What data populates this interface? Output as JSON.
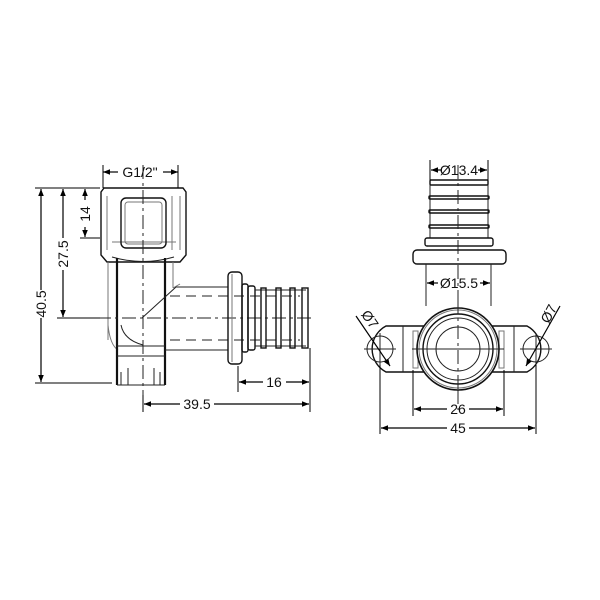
{
  "drawing": {
    "title": "Elbow wall plate fitting technical drawing",
    "line_color": "#111111",
    "background": "#ffffff"
  },
  "side_view": {
    "dimensions": {
      "thread": "G1/2\"",
      "height_top": "14",
      "height_center": "27.5",
      "height_total": "40.5",
      "spigot_length": "16",
      "total_length": "39.5"
    }
  },
  "front_view": {
    "dimensions": {
      "spigot_diameter": "Ø13.4",
      "body_diameter": "Ø15.5",
      "hole_left": "Ø7",
      "hole_right": "Ø7",
      "body_width": "26",
      "total_width": "45"
    }
  }
}
